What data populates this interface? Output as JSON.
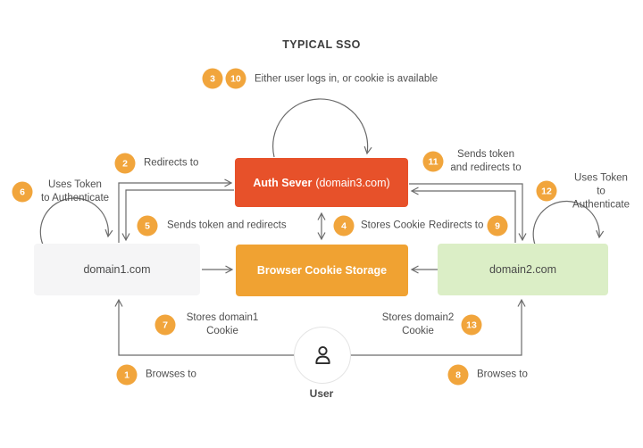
{
  "title": "TYPICAL SSO",
  "colors": {
    "badge": "#F1A53C",
    "auth_box": "#E7512A",
    "cookie_box": "#F0A232",
    "domain1_box": "#F5F5F6",
    "domain2_box": "#DBEEC6",
    "line": "#6B6B6B"
  },
  "nodes": {
    "auth_server": {
      "name": "Auth Sever",
      "domain": "(domain3.com)"
    },
    "cookie_storage": {
      "label": "Browser Cookie Storage"
    },
    "domain1": {
      "label": "domain1.com"
    },
    "domain2": {
      "label": "domain2.com"
    },
    "user": {
      "label": "User"
    }
  },
  "steps": {
    "s1": {
      "num": "1",
      "label": "Browses to"
    },
    "s2": {
      "num": "2",
      "label": "Redirects to"
    },
    "s3": {
      "num": "3"
    },
    "s10": {
      "num": "10"
    },
    "s3_s10_label": "Either user logs in, or cookie is available",
    "s4": {
      "num": "4",
      "label": "Stores Cookie"
    },
    "s5": {
      "num": "5",
      "label": "Sends token and redirects"
    },
    "s6": {
      "num": "6",
      "label": "Uses Token\nto Authenticate"
    },
    "s7": {
      "num": "7",
      "label": "Stores domain1\nCookie"
    },
    "s8": {
      "num": "8",
      "label": "Browses to"
    },
    "s9": {
      "num": "9",
      "label": "Redirects to"
    },
    "s11": {
      "num": "11",
      "label": "Sends token\nand redirects to"
    },
    "s12": {
      "num": "12",
      "label": "Uses Token\nto Authenticate"
    },
    "s13": {
      "num": "13",
      "label": "Stores domain2\nCookie"
    }
  }
}
